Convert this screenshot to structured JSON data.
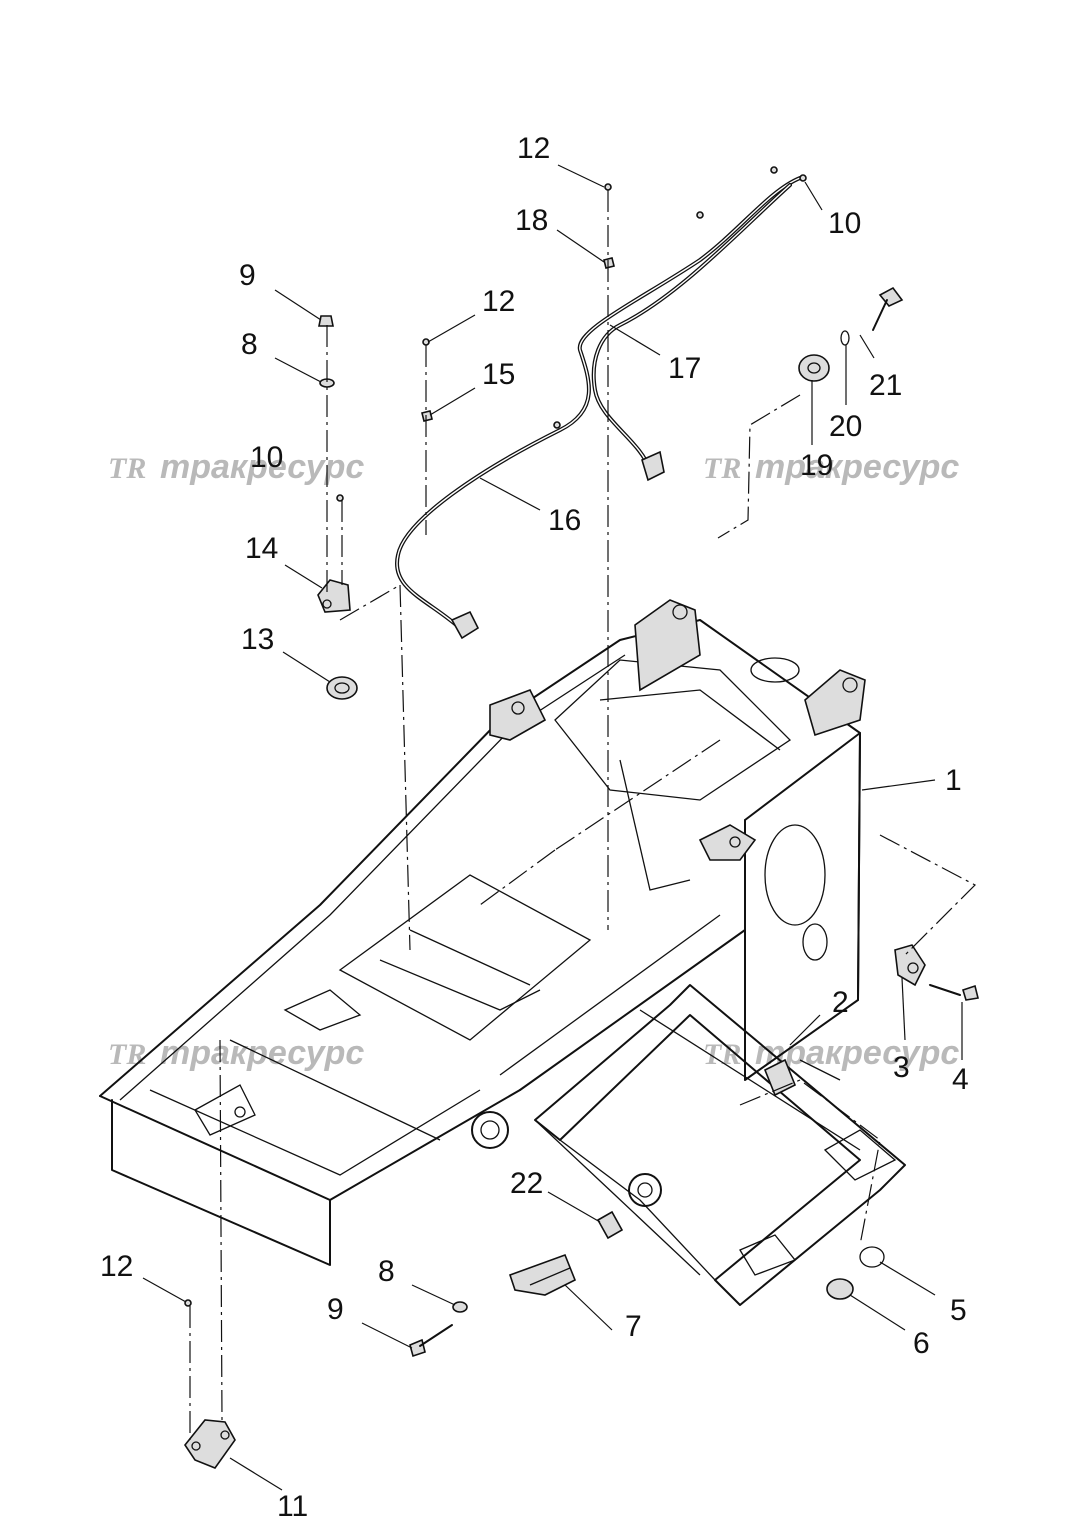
{
  "watermark": {
    "logo": "TR",
    "text": "тракресурс"
  },
  "callouts": [
    {
      "id": "c1",
      "label": "1"
    },
    {
      "id": "c2",
      "label": "2"
    },
    {
      "id": "c3",
      "label": "3"
    },
    {
      "id": "c4",
      "label": "4"
    },
    {
      "id": "c5",
      "label": "5"
    },
    {
      "id": "c6",
      "label": "6"
    },
    {
      "id": "c7",
      "label": "7"
    },
    {
      "id": "c8a",
      "label": "8"
    },
    {
      "id": "c8b",
      "label": "8"
    },
    {
      "id": "c9a",
      "label": "9"
    },
    {
      "id": "c9b",
      "label": "9"
    },
    {
      "id": "c10a",
      "label": "10"
    },
    {
      "id": "c10b",
      "label": "10"
    },
    {
      "id": "c11",
      "label": "11"
    },
    {
      "id": "c12a",
      "label": "12"
    },
    {
      "id": "c12b",
      "label": "12"
    },
    {
      "id": "c12c",
      "label": "12"
    },
    {
      "id": "c13",
      "label": "13"
    },
    {
      "id": "c14",
      "label": "14"
    },
    {
      "id": "c15",
      "label": "15"
    },
    {
      "id": "c16",
      "label": "16"
    },
    {
      "id": "c17",
      "label": "17"
    },
    {
      "id": "c18",
      "label": "18"
    },
    {
      "id": "c19",
      "label": "19"
    },
    {
      "id": "c20",
      "label": "20"
    },
    {
      "id": "c21",
      "label": "21"
    },
    {
      "id": "c22",
      "label": "22"
    }
  ]
}
